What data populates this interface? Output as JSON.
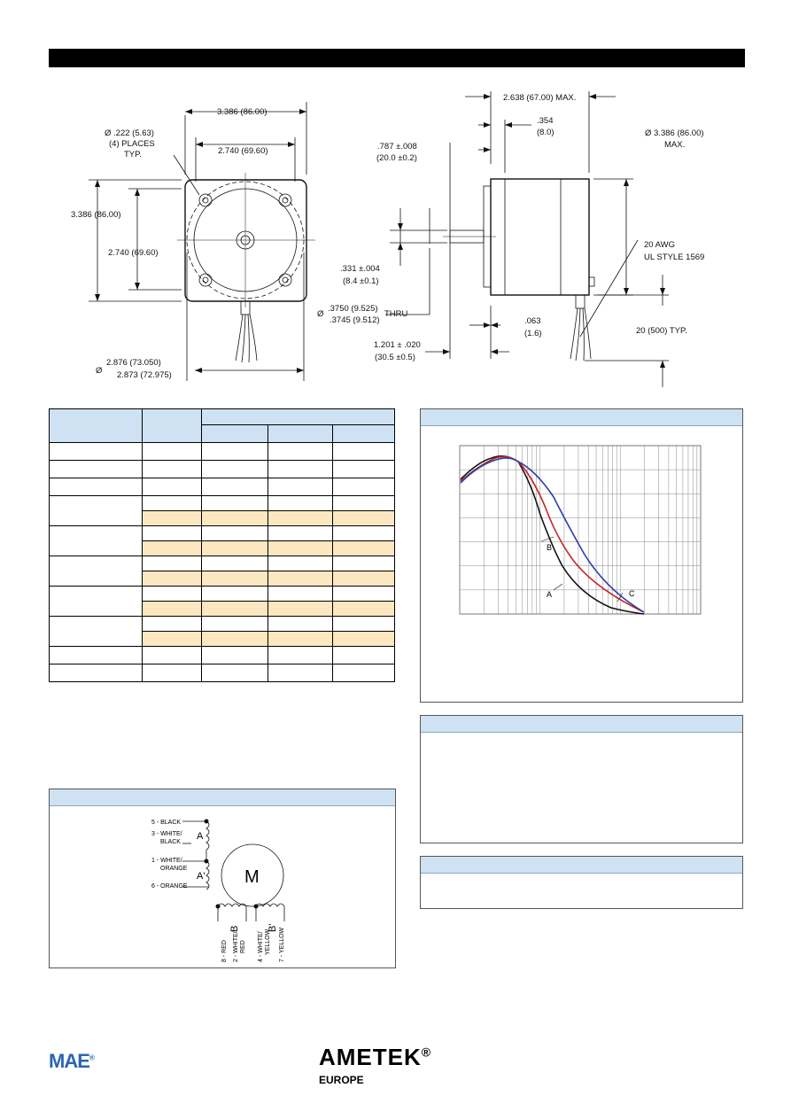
{
  "drawing": {
    "front": {
      "hole_dia": "Ø .222 (5.63)",
      "hole_count": "(4) PLACES",
      "hole_typ": "TYP.",
      "width_outer": "3.386 (86.00)",
      "width_inner": "2.740 (69.60)",
      "height_outer": "3.386 (86.00)",
      "height_inner": "2.740 (69.60)",
      "pilot_dia_1": "2.876 (73.050)",
      "pilot_dia_2": "2.873 (72.975)",
      "pilot_dia_symbol": "Ø"
    },
    "side": {
      "length_max": "2.638 (67.00) MAX.",
      "flange_thk_1": ".354",
      "flange_thk_2": "(8.0)",
      "shaft_len_1": ".787 ±.008",
      "shaft_len_2": "(20.0 ±0.2)",
      "body_dia_1": "Ø 3.386 (86.00)",
      "body_dia_2": "MAX.",
      "flat_1": ".331 ±.004",
      "flat_2": "(8.4 ±0.1)",
      "shaft_dia_symbol": "Ø",
      "shaft_dia_1": ".3750 (9.525)",
      "shaft_dia_2": ".3745 (9.512)",
      "shaft_thru": "THRU",
      "pilot_thk_1": ".063",
      "pilot_thk_2": "(1.6)",
      "pilot_len_1": "1.201 ± .020",
      "pilot_len_2": "(30.5 ±0.5)",
      "wire_1": "20 AWG",
      "wire_2": "UL STYLE 1569",
      "lead_len": "20 (500) TYP."
    }
  },
  "torque_chart": {
    "labels": [
      "A",
      "B",
      "C"
    ]
  },
  "wiring": {
    "motor_label": "M",
    "leads_a": [
      "5 - BLACK",
      "3 - WHITE/",
      "BLACK",
      "1 - WHITE/",
      "ORANGE",
      "6 - ORANGE"
    ],
    "coil_a": "A",
    "coil_a2": "A'",
    "coil_b": "B",
    "coil_b2": "B'",
    "leads_b": [
      "8 - RED",
      "2 - WHITE/",
      "RED",
      "4 - WHITE/",
      "YELLOW",
      "7 - YELLOW"
    ]
  },
  "footer": {
    "mae_logo": "MAE",
    "mae_reg": "®",
    "ametek_logo": "AMETEK",
    "ametek_reg": "®",
    "ametek_sub": "EUROPE"
  },
  "colors": {
    "header_blue": "#cfe2f3",
    "row_highlight": "#fde7c0",
    "curve_a": "#111111",
    "curve_b": "#c0262b",
    "curve_c": "#2b3fa8"
  }
}
